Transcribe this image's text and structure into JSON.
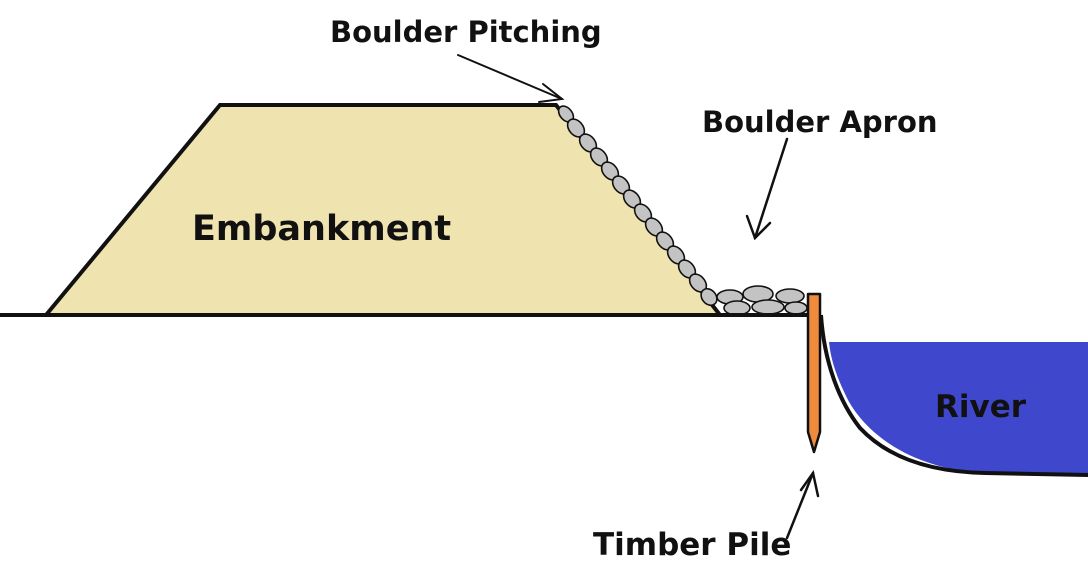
{
  "labels": {
    "embankment": "Embankment",
    "boulder_pitching": "Boulder Pitching",
    "boulder_apron": "Boulder Apron",
    "river": "River",
    "timber_pile": "Timber Pile"
  },
  "colors": {
    "embankment_fill": "#EFE3B0",
    "river_fill": "#3F48CC",
    "pile_fill": "#F08A3C",
    "boulder_fill": "#C3C3C3",
    "outline": "#111111"
  },
  "icons": [
    "arrow-pitching-icon",
    "arrow-apron-icon",
    "arrow-pile-icon"
  ]
}
